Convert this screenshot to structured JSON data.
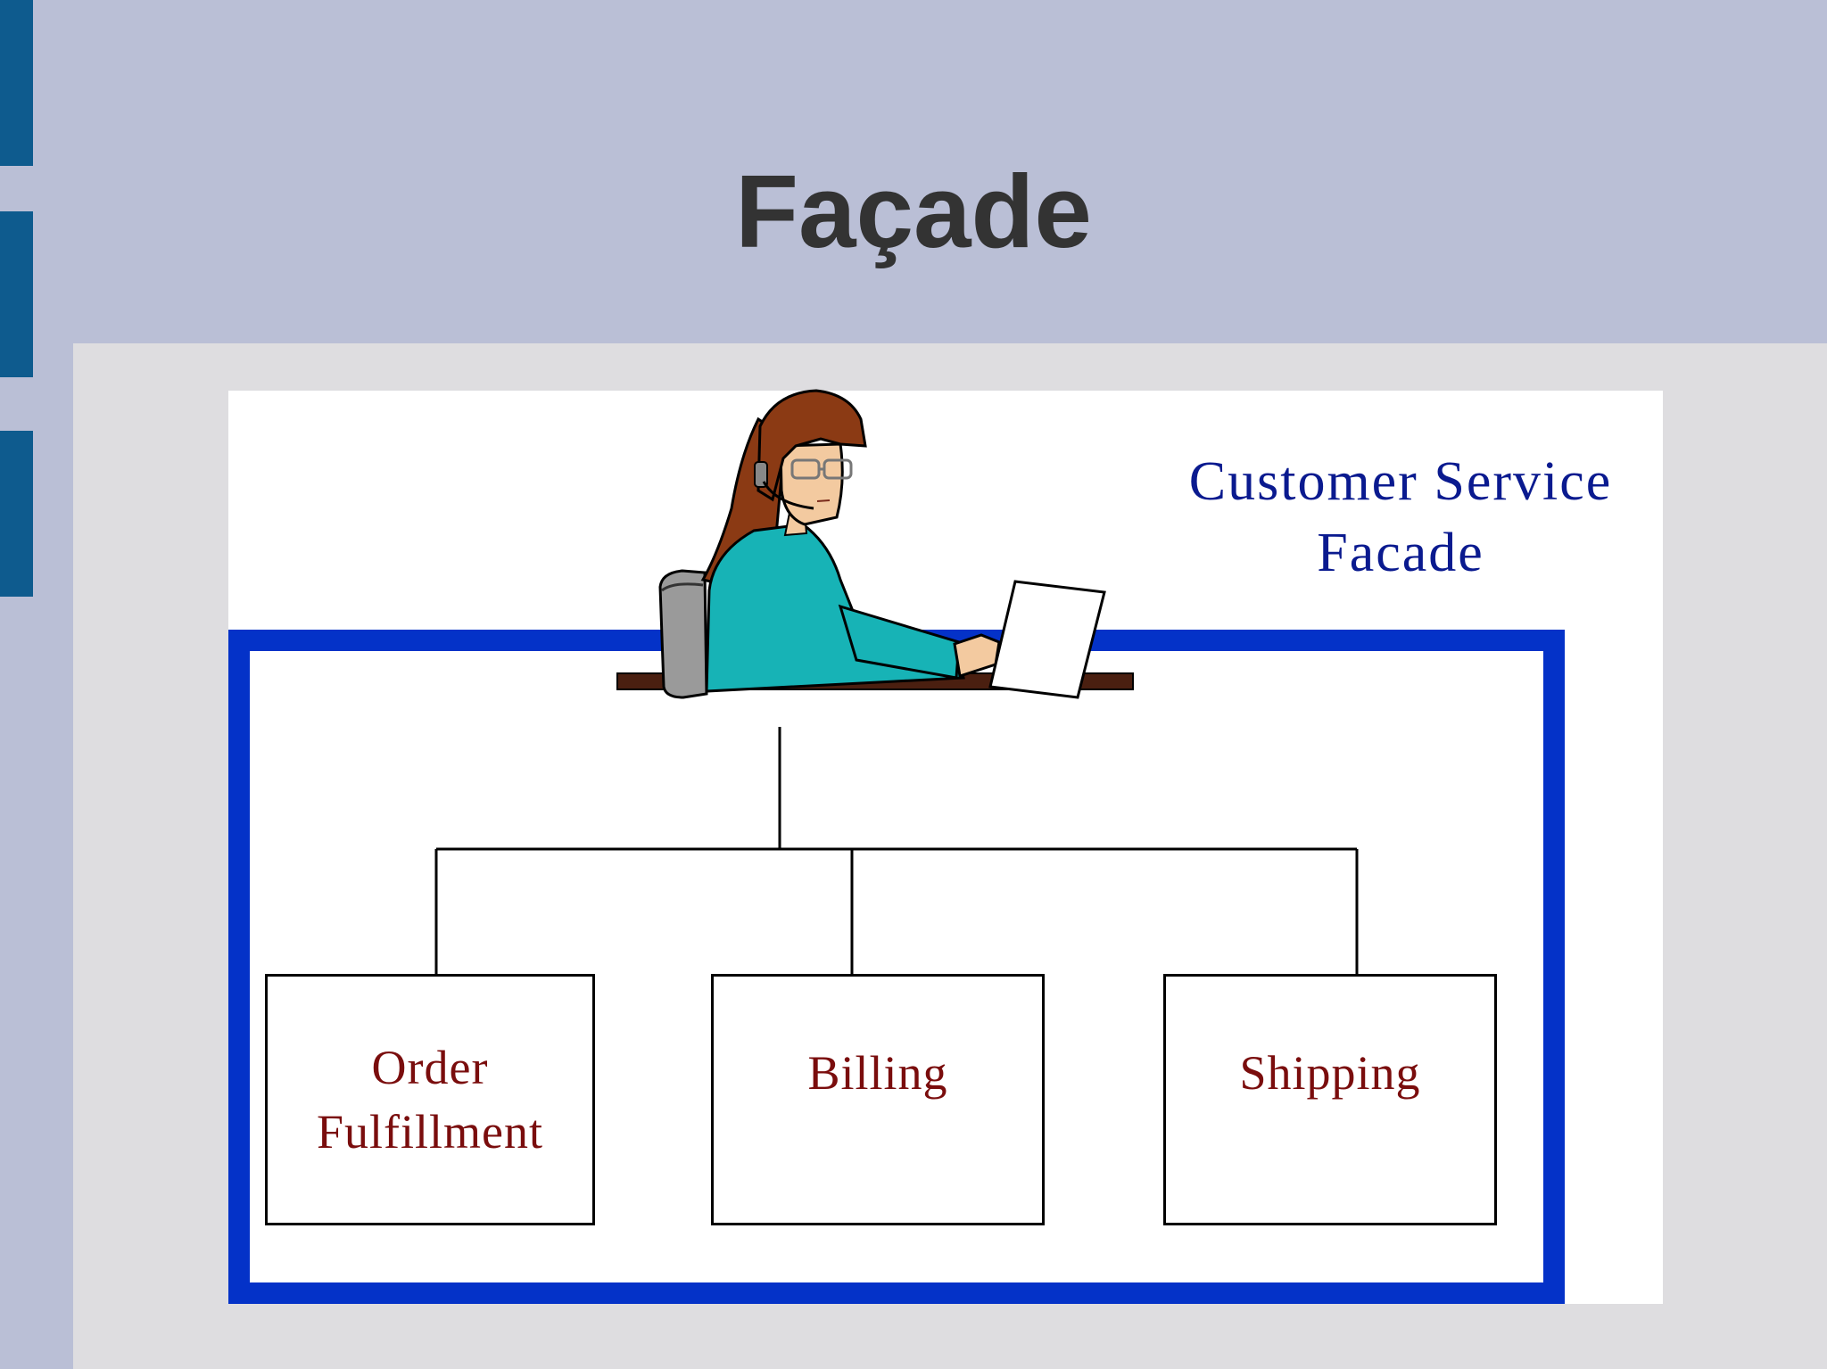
{
  "slide": {
    "title": "Façade"
  },
  "diagram": {
    "facade_label_line1": "Customer Service",
    "facade_label_line2": "Facade",
    "subsystems": [
      {
        "line1": "Order",
        "line2": "Fulfillment"
      },
      {
        "line1": "Billing"
      },
      {
        "line1": "Shipping"
      }
    ]
  },
  "colors": {
    "background": "#babfd6",
    "left_bar": "#0e5b8e",
    "content_area": "#dedde0",
    "frame": "#0432c8",
    "facade_text": "#0a1a8f",
    "subsystem_text": "#7a0d0d"
  },
  "icons": {
    "agent": "customer-service-agent-icon"
  }
}
